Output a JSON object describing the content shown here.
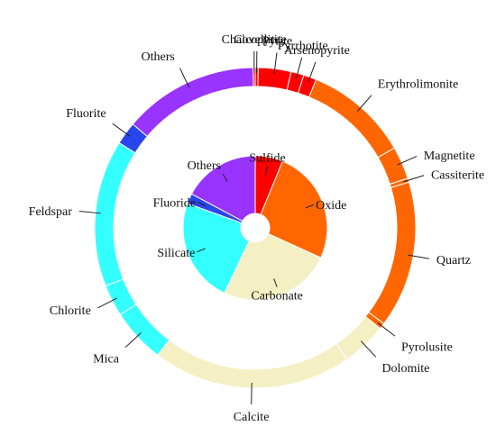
{
  "chart_data": {
    "type": "pie",
    "inner_ring": {
      "categories": [
        "Sulfide",
        "Oxide",
        "Carbonate",
        "Silicate",
        "Fluoride",
        "Others"
      ],
      "values": [
        6.2,
        25.6,
        25.2,
        23.5,
        2.3,
        17.2
      ],
      "colors": [
        "#ff0000",
        "#ff6600",
        "#f5f0c3",
        "#33ffff",
        "#2846ec",
        "#9933ff"
      ]
    },
    "outer_ring": {
      "categories": [
        "Covellite",
        "Pyrite",
        "Pyrrhotite",
        "Arsenopyrite",
        "Erythrolimonite",
        "Magnetite",
        "Cassiterite",
        "Quartz",
        "Pyrolusite",
        "Dolomite",
        "Calcite",
        "Mica",
        "Chlorite",
        "Feldspar",
        "Fluorite",
        "Others",
        "Chalcopyrite"
      ],
      "values": [
        0.3,
        3.3,
        1.3,
        1.3,
        10.5,
        3.3,
        0.4,
        14.8,
        0.6,
        4.5,
        20.1,
        5.5,
        3.2,
        14.8,
        2.3,
        13.6,
        0.2
      ],
      "colors": [
        "#ff0000",
        "#ff0000",
        "#ff0000",
        "#ff0000",
        "#ff6600",
        "#ff6600",
        "#ff6600",
        "#ff6600",
        "#ff6600",
        "#f5f0c3",
        "#f5f0c3",
        "#33ffff",
        "#33ffff",
        "#33ffff",
        "#2846ec",
        "#9933ff",
        "#ff0000"
      ]
    },
    "title": "",
    "legend": "none"
  }
}
